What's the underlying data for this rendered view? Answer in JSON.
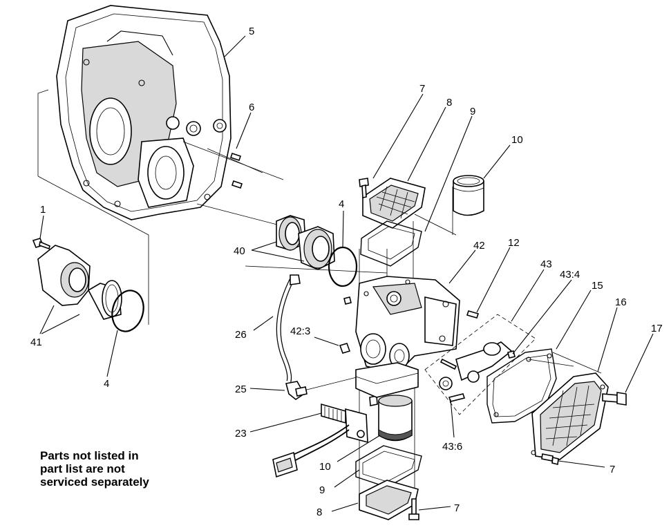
{
  "callouts": {
    "c1": "1",
    "c4a": "4",
    "c4b": "4",
    "c5": "5",
    "c6": "6",
    "c7a": "7",
    "c7b": "7",
    "c7c": "7",
    "c8a": "8",
    "c8b": "8",
    "c9a": "9",
    "c9b": "9",
    "c10a": "10",
    "c10b": "10",
    "c12": "12",
    "c15": "15",
    "c16": "16",
    "c17": "17",
    "c23": "23",
    "c25": "25",
    "c26": "26",
    "c40": "40",
    "c41": "41",
    "c42": "42",
    "c42_3": "42:3",
    "c43": "43",
    "c43_4": "43:4",
    "c43_6": "43:6"
  },
  "note": {
    "line1": "Parts not listed in",
    "line2": "part list are not",
    "line3": "serviced separately"
  }
}
